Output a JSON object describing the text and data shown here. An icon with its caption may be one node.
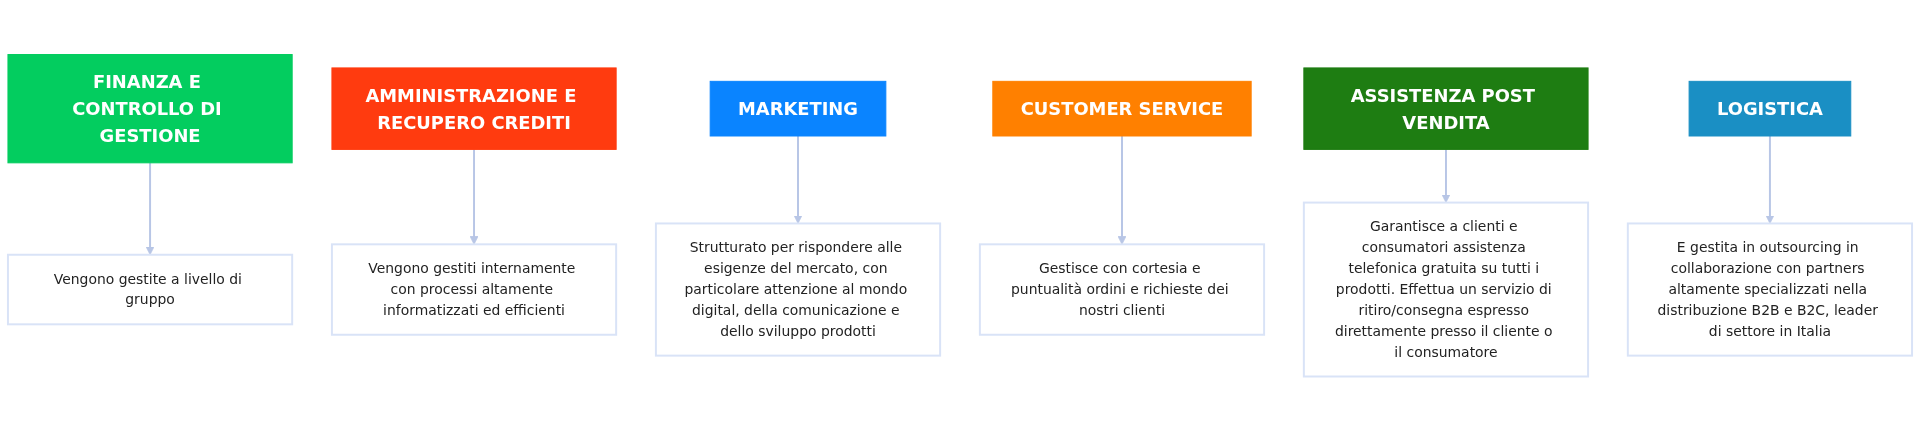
{
  "diagram": {
    "nodes": [
      {
        "text": [
          "FINANZA E CONTROLLO DI GESTIONE"
        ]
      },
      {
        "text": [
          "Vengono gestite a livello di gruppo"
        ]
      },
      {
        "text": [
          "AMMINISTRAZIONE E RECUPERO CREDITI"
        ]
      },
      {
        "text": [
          "Vengono gestiti internamente con processi altamente informatizzati ed efficienti"
        ]
      },
      {
        "text": [
          "MARKETING"
        ]
      },
      {
        "text": [
          "Strutturato per rispondere alle esigenze del mercato, con particolare attenzione al mondo digital, della comunicazione e dello sviluppo prodotti"
        ]
      },
      {
        "text": [
          "CUSTOMER SERVICE"
        ]
      },
      {
        "text": [
          "Gestisce con cortesia e puntualità ordini e richieste dei nostri clienti"
        ]
      },
      {
        "text": [
          "ASSISTENZA POST VENDITA"
        ]
      },
      {
        "text": [
          "Garantisce a clienti e consumatori assistenza telefonica gratuita su tutti i prodotti. Effettua un servizio di ritiro/consegna espresso direttamente presso il cliente o il consumatore"
        ]
      },
      {
        "text": [
          "LOGISTICA"
        ]
      },
      {
        "text": [
          "E gestita in outsourcing in collaborazione con partners altamente specializzati nella distribuzione B2B e B2C, leader di settore in Italia"
        ]
      }
    ],
    "edges": [
      {
        "from": 0,
        "to": 1,
        "arrow": "to"
      },
      {
        "from": 2,
        "to": 3,
        "arrow": "to"
      },
      {
        "from": 4,
        "to": 5,
        "arrow": "to"
      },
      {
        "from": 6,
        "to": 7,
        "arrow": "to"
      },
      {
        "from": 8,
        "to": 9,
        "arrow": "to"
      },
      {
        "from": 10,
        "to": 11,
        "arrow": "to"
      }
    ]
  }
}
